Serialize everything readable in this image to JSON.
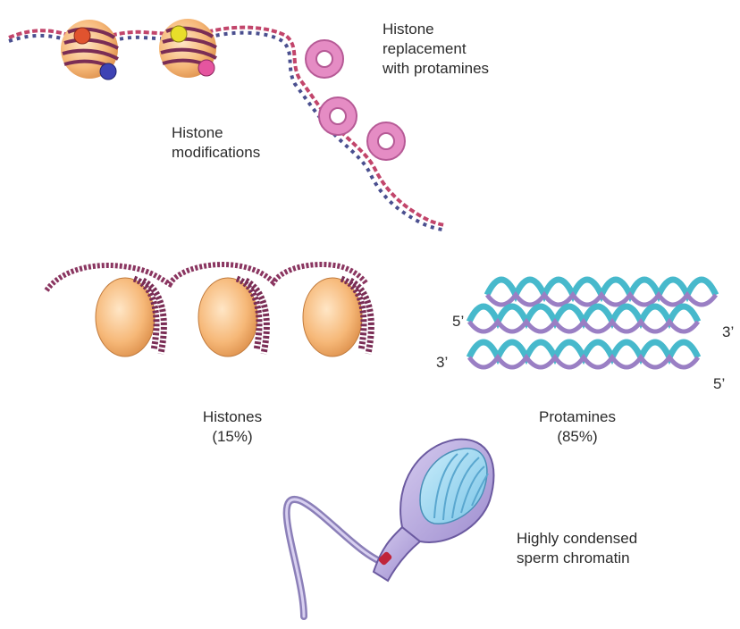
{
  "labels": {
    "histone_replacement": [
      "Histone",
      "replacement",
      "with protamines"
    ],
    "histone_modifications": [
      "Histone",
      "modifications"
    ],
    "histones": [
      "Histones",
      "(15%)"
    ],
    "protamines": [
      "Protamines",
      "(85%)"
    ],
    "sperm": [
      "Highly condensed",
      "sperm chromatin"
    ]
  },
  "strand_ends": {
    "left_top": "5’",
    "left_bottom": "3’",
    "right_top": "3’",
    "right_bottom": "5’"
  },
  "colors": {
    "dna_red": "#c2456b",
    "dna_blue": "#4a4f8f",
    "nucleosome_fill": "#f6b878",
    "nucleosome_coil": "#7a2d55",
    "protamine_ring": "#e58cc4",
    "protamine_ring_inner": "#f7d8ec",
    "helix_teal": "#47b9cc",
    "helix_purple": "#9a7fc4",
    "sperm_body": "#b7a8de",
    "sperm_head": "#a6dcf2",
    "sperm_midpiece": "#c0243a",
    "marker_red": "#e0532f",
    "marker_yellow": "#e8de2a",
    "marker_blue": "#3e43b4",
    "marker_pink": "#e5559f"
  }
}
